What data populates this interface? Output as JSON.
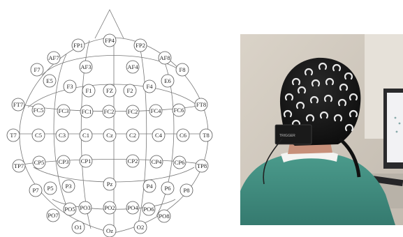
{
  "electrodes": [
    "FP1",
    "FP4",
    "FP2",
    "AF7",
    "AF8",
    "AF3",
    "AF4",
    "F7",
    "F8",
    "E5",
    "E6",
    "F3",
    "F4",
    "F1",
    "FZ",
    "F2",
    "FT7",
    "FT8",
    "FC5",
    "FC6",
    "FC3",
    "FC4",
    "FC1",
    "FC2",
    "FC2",
    "T7",
    "T8",
    "C5",
    "C6",
    "C3",
    "C4",
    "C1",
    "C2",
    "Cz",
    "TP7",
    "TP8",
    "CP5",
    "CP6",
    "CP3",
    "CP4",
    "CP1",
    "CP2",
    "Pz",
    "P7",
    "P8",
    "P5",
    "P6",
    "P3",
    "P4",
    "PO7",
    "PO8",
    "PO5",
    "PO6",
    "PO3",
    "PO4",
    "PO2",
    "O1",
    "O2",
    "Oz"
  ],
  "photo": {
    "cap_brand": "TRIGGER",
    "subject": "person-wearing-eeg-cap"
  },
  "colors": {
    "cap": "#141414",
    "sweater": "#3f8e80",
    "wall": "#cfc8bd",
    "monitor_screen": "#f2f2f4"
  }
}
